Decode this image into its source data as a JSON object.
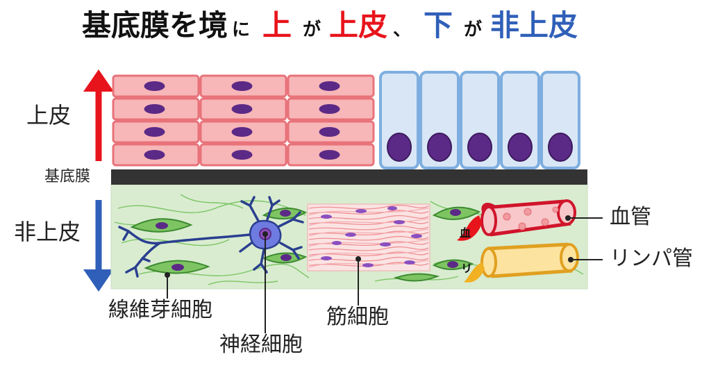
{
  "title": {
    "part1": "基底膜を境",
    "part2": "に",
    "part3": "上",
    "part4": "が",
    "part5": "上皮",
    "part6": "、",
    "part7": "下",
    "part8": "が",
    "part9": "非上皮"
  },
  "side_labels": {
    "upper": "上皮",
    "membrane": "基底膜",
    "lower": "非上皮"
  },
  "cell_labels": {
    "fibroblast": "線維芽細胞",
    "nerve": "神経細胞",
    "muscle": "筋細胞",
    "blood_vessel": "血管",
    "lymph_vessel": "リンパ管"
  },
  "vessel_marks": {
    "blood": "血",
    "lymph": "リ"
  },
  "colors": {
    "title_black": "#111111",
    "title_red": "#e8141c",
    "title_blue": "#2f5fb8",
    "squamous_cell": "#f7b6b8",
    "squamous_border": "#e8737a",
    "columnar_cell": "#d8e6f6",
    "columnar_border": "#7eaedf",
    "nucleus": "#5b2a86",
    "membrane": "#333333",
    "connective": "#d9ecd0"
  }
}
